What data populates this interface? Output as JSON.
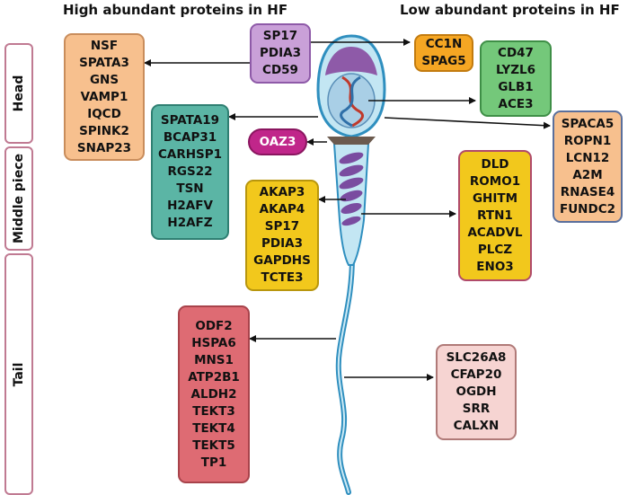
{
  "headers": {
    "high": "High abundant proteins in HF",
    "low": "Low abundant proteins in HF"
  },
  "regions": {
    "head": "Head",
    "middle": "Middle piece",
    "tail": "Tail"
  },
  "colors": {
    "orange": "#f7c08e",
    "purple": "#c9a0d8",
    "gold": "#f5a623",
    "green": "#74c87a",
    "teal": "#5bb5a5",
    "magenta": "#c0268a",
    "yellow": "#f2c81c",
    "red": "#de6b73",
    "pink": "#f6d4d2"
  },
  "boxes": {
    "head_high": [
      "NSF",
      "SPATA3",
      "GNS",
      "VAMP1",
      "IQCD",
      "SPINK2",
      "SNAP23"
    ],
    "head_shared": [
      "SP17",
      "PDIA3",
      "CD59"
    ],
    "head_low_top": [
      "CC1N",
      "SPAG5"
    ],
    "head_low_right": [
      "CD47",
      "LYZL6",
      "GLB1",
      "ACE3"
    ],
    "neck_high": [
      "SPATA19",
      "BCAP31",
      "CARHSP1",
      "RGS22",
      "TSN",
      "H2AFV",
      "H2AFZ"
    ],
    "neck_oaz": [
      "OAZ3"
    ],
    "neck_low": [
      "SPACA5",
      "ROPN1",
      "LCN12",
      "A2M",
      "RNASE4",
      "FUNDC2"
    ],
    "mid_high": [
      "AKAP3",
      "AKAP4",
      "SP17",
      "PDIA3",
      "GAPDHS",
      "TCTE3"
    ],
    "mid_low": [
      "DLD",
      "ROMO1",
      "GHITM",
      "RTN1",
      "ACADVL",
      "PLCZ",
      "ENO3"
    ],
    "tail_high": [
      "ODF2",
      "HSPA6",
      "MNS1",
      "ATP2B1",
      "ALDH2",
      "TEKT3",
      "TEKT4",
      "TEKT5",
      "TP1"
    ],
    "tail_low": [
      "SLC26A8",
      "CFAP20",
      "OGDH",
      "SRR",
      "CALXN"
    ]
  }
}
